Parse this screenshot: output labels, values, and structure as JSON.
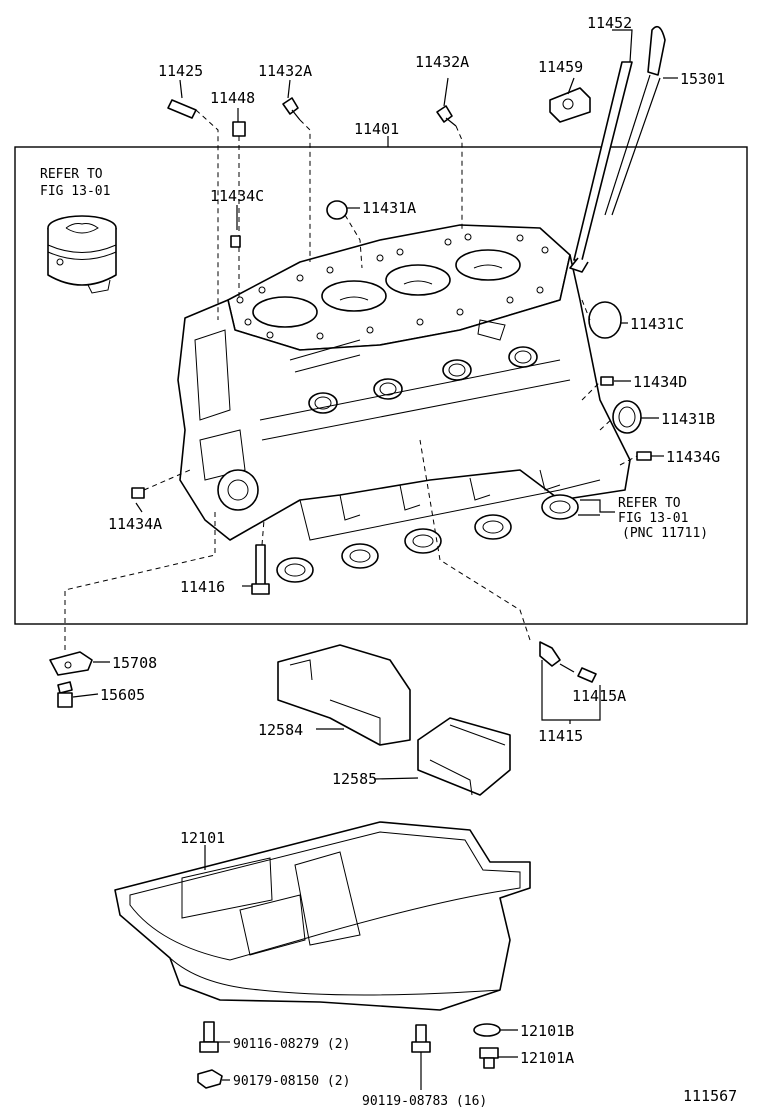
{
  "parts": {
    "p11452": "11452",
    "p11459": "11459",
    "p15301": "15301",
    "p11425": "11425",
    "p11432a_left": "11432A",
    "p11432a_right": "11432A",
    "p11448": "11448",
    "p11401": "11401",
    "p11434c": "11434C",
    "p11431a": "11431A",
    "p11431c": "11431C",
    "p11434d": "11434D",
    "p11431b": "11431B",
    "p11434g": "11434G",
    "p11434a": "11434A",
    "p11416": "11416",
    "p15708": "15708",
    "p15605": "15605",
    "p12584": "12584",
    "p12585": "12585",
    "p11415a": "11415A",
    "p11415": "11415",
    "p12101": "12101",
    "p12101b": "12101B",
    "p12101a": "12101A",
    "p90116": "90116-08279 (2)",
    "p90179": "90179-08150 (2)",
    "p90119": "90119-08783 (16)"
  },
  "refs": {
    "piston_ref_line1": "REFER TO",
    "piston_ref_line2": "FIG 13-01",
    "bearing_ref_line1": "REFER TO",
    "bearing_ref_line2": "FIG 13-01",
    "bearing_ref_line3": "(PNC 11711)"
  },
  "figure_number": "111567"
}
